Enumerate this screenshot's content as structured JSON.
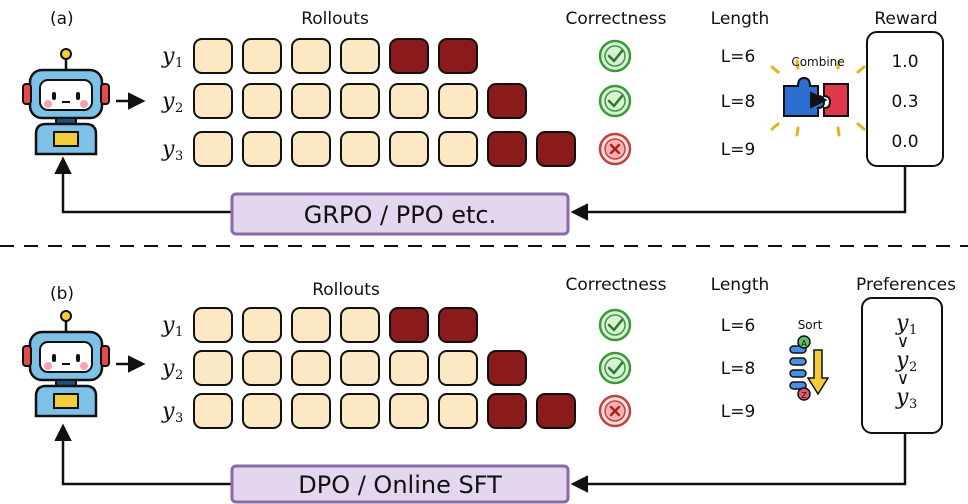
{
  "panel_a": {
    "tag": "(a)",
    "rollouts_header": "Rollouts",
    "correctness_header": "Correctness",
    "length_header": "Length",
    "reward_header": "Reward",
    "combine_label": "Combine",
    "rows": [
      {
        "y": "y",
        "sub": "1",
        "cells": [
          "ok",
          "ok",
          "ok",
          "ok",
          "bad",
          "bad"
        ],
        "correct": true,
        "length": "L=6"
      },
      {
        "y": "y",
        "sub": "2",
        "cells": [
          "ok",
          "ok",
          "ok",
          "ok",
          "ok",
          "ok",
          "bad"
        ],
        "correct": true,
        "length": "L=8"
      },
      {
        "y": "y",
        "sub": "3",
        "cells": [
          "ok",
          "ok",
          "ok",
          "ok",
          "ok",
          "ok",
          "bad",
          "bad"
        ],
        "correct": false,
        "length": "L=9"
      }
    ],
    "rewards": [
      "1.0",
      "0.3",
      "0.0"
    ],
    "algo_label": "GRPO / PPO  etc."
  },
  "panel_b": {
    "tag": "(b)",
    "rollouts_header": "Rollouts",
    "correctness_header": "Correctness",
    "length_header": "Length",
    "preferences_header": "Preferences",
    "sort_label": "Sort",
    "rows": [
      {
        "y": "y",
        "sub": "1",
        "cells": [
          "ok",
          "ok",
          "ok",
          "ok",
          "bad",
          "bad"
        ],
        "correct": true,
        "length": "L=6"
      },
      {
        "y": "y",
        "sub": "2",
        "cells": [
          "ok",
          "ok",
          "ok",
          "ok",
          "ok",
          "ok",
          "bad"
        ],
        "correct": true,
        "length": "L=8"
      },
      {
        "y": "y",
        "sub": "3",
        "cells": [
          "ok",
          "ok",
          "ok",
          "ok",
          "ok",
          "ok",
          "bad",
          "bad"
        ],
        "correct": false,
        "length": "L=9"
      }
    ],
    "preferences": [
      {
        "y": "y",
        "sub": "1"
      },
      {
        "y": "y",
        "sub": "2"
      },
      {
        "y": "y",
        "sub": "3"
      }
    ],
    "pref_separator": "∨",
    "algo_label": "DPO / Online SFT"
  },
  "colors": {
    "token_ok": "#fde8c4",
    "token_bad": "#8b1a1a",
    "check": "#3a9a3a",
    "cross": "#d83a3a",
    "algo_box": "#e4d6ee",
    "algo_border": "#8a6aa8",
    "robot_blue": "#7ec1e6",
    "robot_dark": "#1f4f7a",
    "robot_yellow": "#f5cd3c"
  },
  "icons": {
    "agent": "robot-icon",
    "correct": "check-circle-icon",
    "wrong": "cross-circle-icon",
    "combine": "puzzle-icon",
    "sort": "sort-az-icon"
  }
}
